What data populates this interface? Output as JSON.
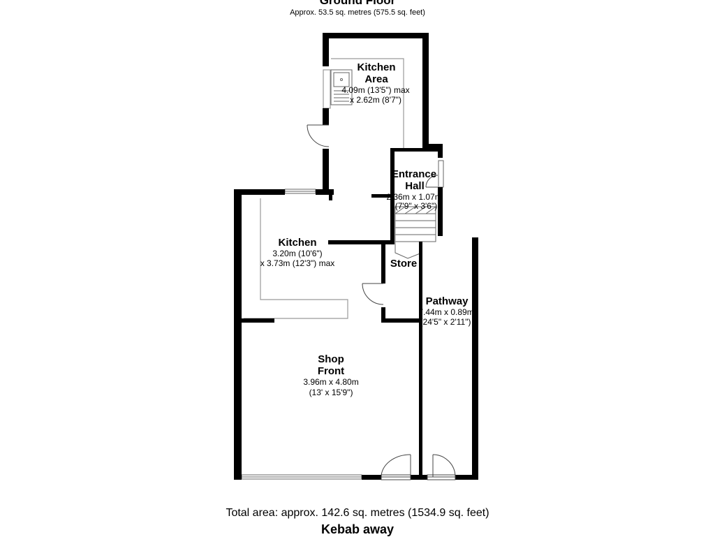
{
  "floor": {
    "title": "Ground Floor",
    "area": "Approx. 53.5 sq. metres (575.5 sq. feet)"
  },
  "rooms": {
    "kitchen_area": {
      "name_line1": "Kitchen",
      "name_line2": "Area",
      "dim_line1": "4.09m (13'5\") max",
      "dim_line2": "x 2.62m (8'7\")"
    },
    "entrance_hall": {
      "name_line1": "Entrance",
      "name_line2": "Hall",
      "dim_line1": "2.36m x 1.07m",
      "dim_line2": "(7'9\" x 3'6\")"
    },
    "kitchen": {
      "name": "Kitchen",
      "dim_line1": "3.20m (10'6\")",
      "dim_line2": "x 3.73m (12'3\") max"
    },
    "store": {
      "name": "Store"
    },
    "pathway": {
      "name": "Pathway",
      "dim_line1": "7.44m x 0.89m",
      "dim_line2": "(24'5\" x 2'11\")"
    },
    "shop_front": {
      "name_line1": "Shop",
      "name_line2": "Front",
      "dim_line1": "3.96m x 4.80m",
      "dim_line2": "(13' x 15'9\")"
    }
  },
  "footer": {
    "total_area": "Total area: approx. 142.6 sq. metres (1534.9 sq. feet)",
    "property_name": "Kebab away"
  },
  "colors": {
    "wall": "#000000",
    "fixture": "#9a9a9a",
    "background": "#ffffff"
  }
}
